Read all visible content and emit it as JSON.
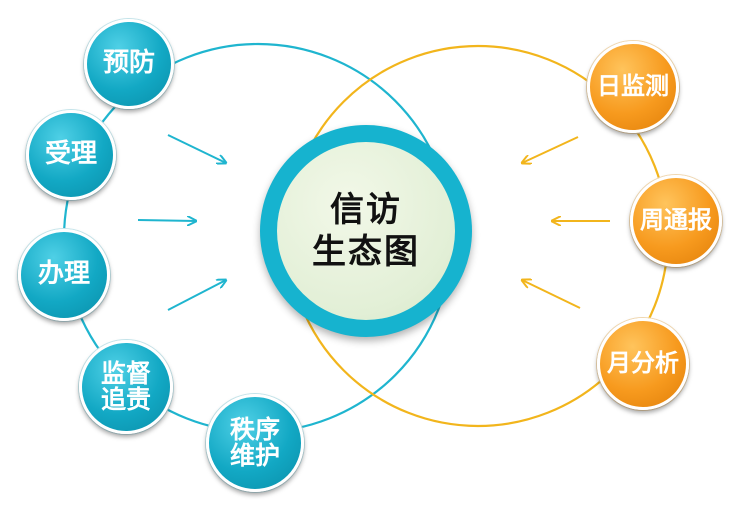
{
  "center": {
    "line1": "信访",
    "line2": "生态图"
  },
  "left_nodes": [
    {
      "lines": [
        "预防"
      ]
    },
    {
      "lines": [
        "受理"
      ]
    },
    {
      "lines": [
        "办理"
      ]
    },
    {
      "lines": [
        "监督",
        "追责"
      ]
    },
    {
      "lines": [
        "秩序",
        "维护"
      ]
    }
  ],
  "right_nodes": [
    {
      "lines": [
        "日监测"
      ]
    },
    {
      "lines": [
        "周通报"
      ]
    },
    {
      "lines": [
        "月分析"
      ]
    }
  ],
  "colors": {
    "teal": "#12a8c4",
    "orange": "#f79a1e",
    "teal_line": "#1fb5cf",
    "orange_line": "#f2b51c",
    "center_ring": "#16b3cf",
    "center_fill": "#e2efd6"
  }
}
